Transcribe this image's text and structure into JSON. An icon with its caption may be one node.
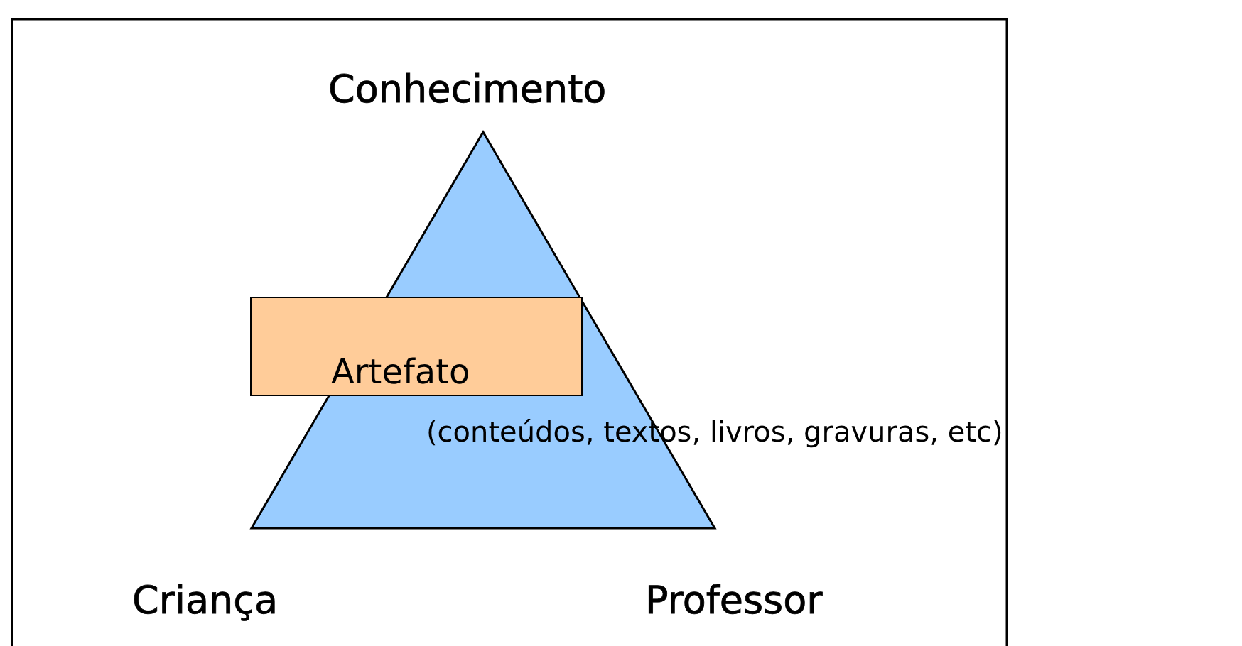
{
  "diagram": {
    "nodes": [
      {
        "text": [
          "Artefato"
        ],
        "beside": [
          "(conteúdos, textos, livros, gravuras, etc)"
        ]
      }
    ],
    "labels": [
      "Conhecimento",
      "Criança",
      "Professor"
    ]
  }
}
